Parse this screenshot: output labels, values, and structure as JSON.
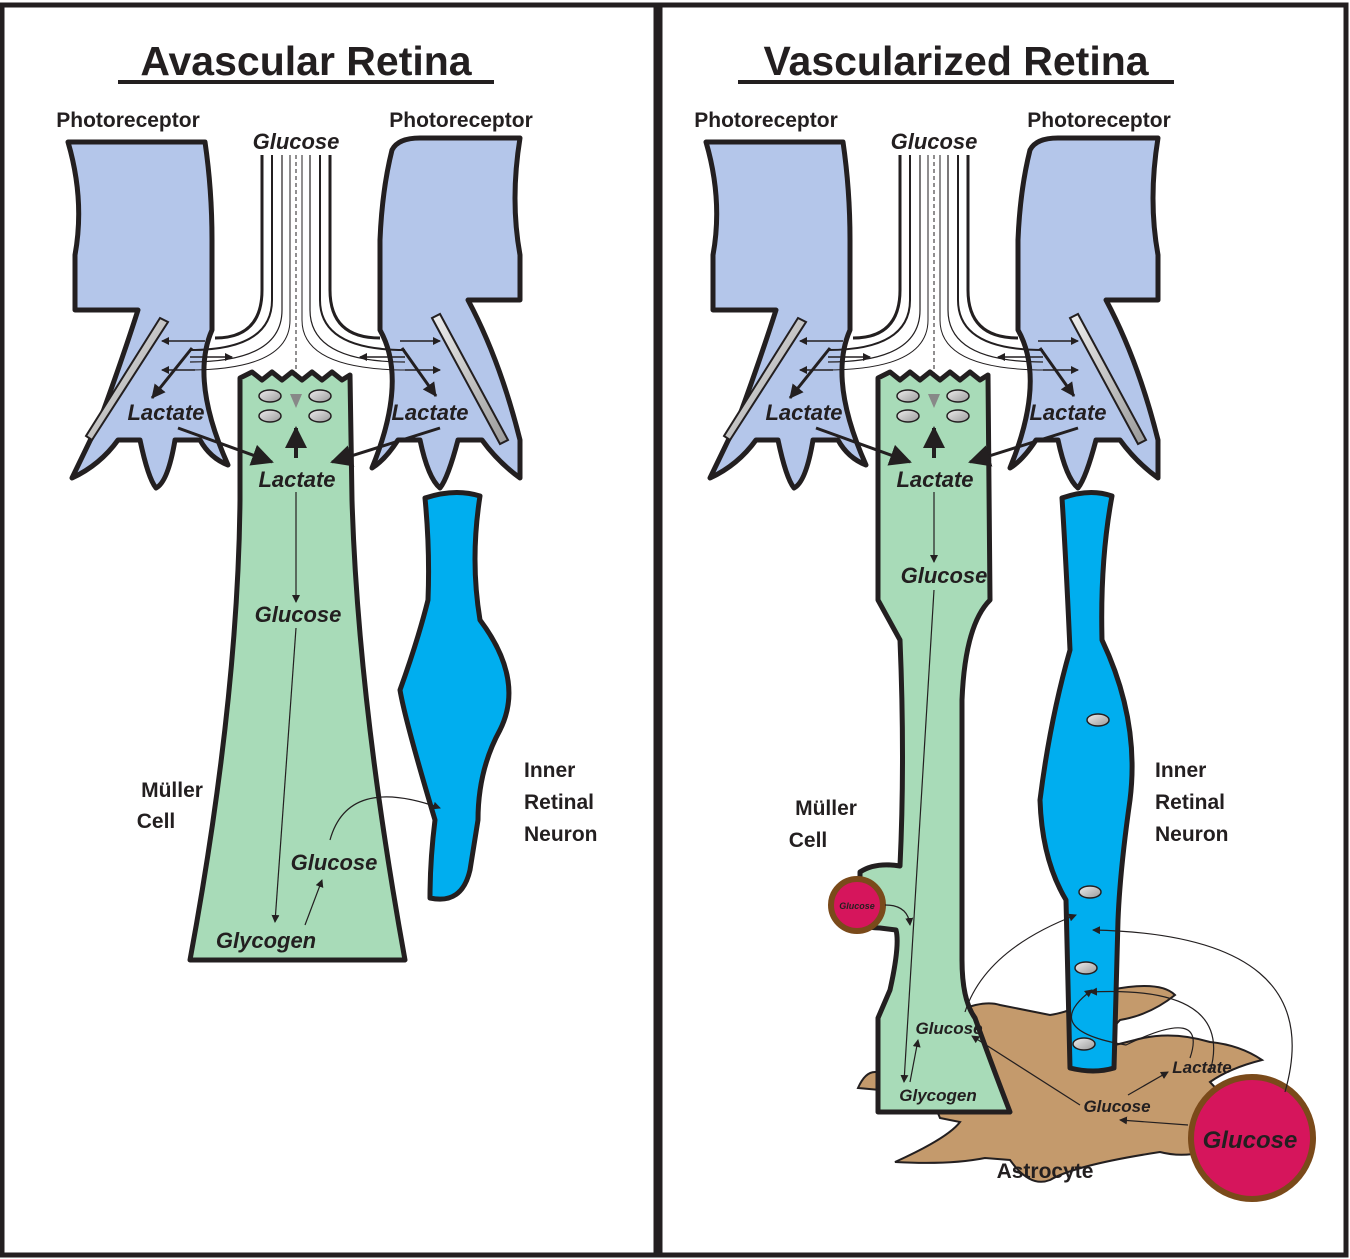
{
  "left_panel": {
    "title": "Avascular Retina",
    "photoreceptor_left": "Photoreceptor",
    "photoreceptor_right": "Photoreceptor",
    "glucose_top": "Glucose",
    "lactate_left": "Lactate",
    "lactate_right": "Lactate",
    "lactate_muller": "Lactate",
    "glucose_muller": "Glucose",
    "glucose_lower": "Glucose",
    "glycogen": "Glycogen",
    "muller_line1": "Müller",
    "muller_line2": "Cell",
    "neuron_line1": "Inner",
    "neuron_line2": "Retinal",
    "neuron_line3": "Neuron"
  },
  "right_panel": {
    "title": "Vascularized Retina",
    "photoreceptor_left": "Photoreceptor",
    "photoreceptor_right": "Photoreceptor",
    "glucose_top": "Glucose",
    "lactate_left": "Lactate",
    "lactate_right": "Lactate",
    "lactate_muller": "Lactate",
    "glucose_muller": "Glucose",
    "glucose_vessel_small": "Glucose",
    "glucose_endfoot": "Glucose",
    "glycogen": "Glycogen",
    "glucose_astrocyte": "Glucose",
    "lactate_astrocyte": "Lactate",
    "glucose_vessel": "Glucose",
    "astrocyte": "Astrocyte",
    "muller_line1": "Müller",
    "muller_line2": "Cell",
    "neuron_line1": "Inner",
    "neuron_line2": "Retinal",
    "neuron_line3": "Neuron"
  },
  "colors": {
    "photoreceptor": "#b4c6ea",
    "muller_cell": "#a8dbb8",
    "neuron": "#00aeef",
    "astrocyte": "#c49a6c",
    "blood_vessel": "#d6155c",
    "outline": "#231f20"
  }
}
